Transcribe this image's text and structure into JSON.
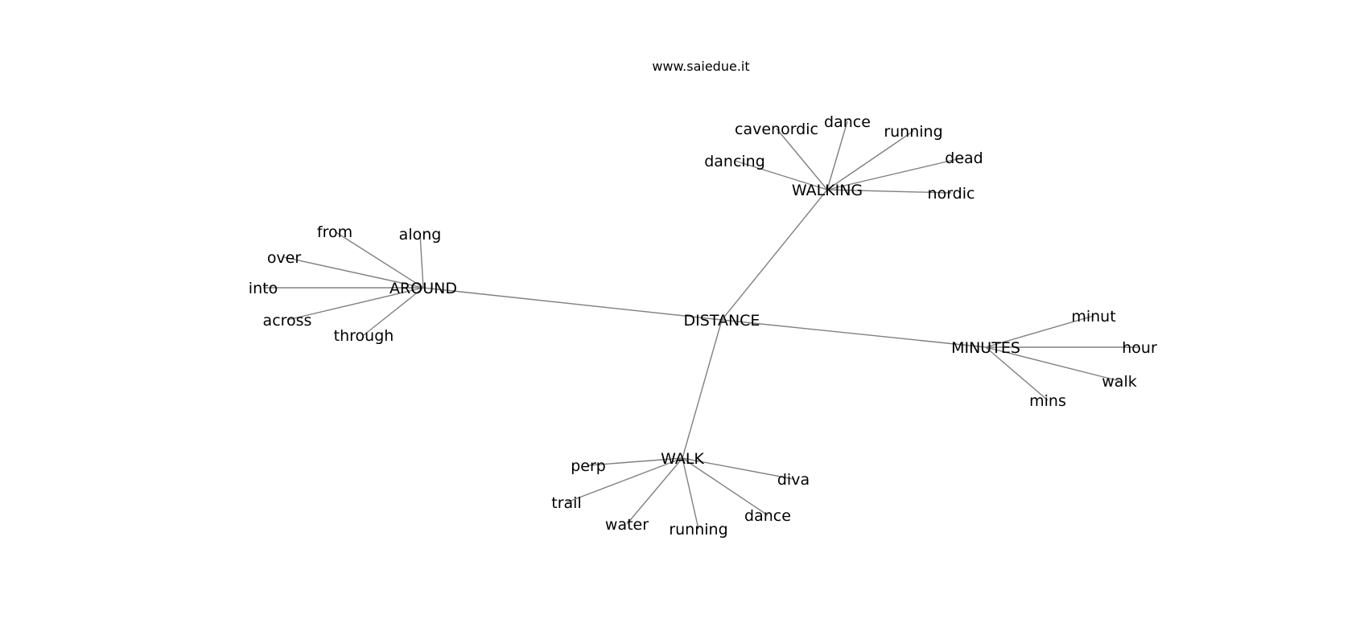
{
  "header": {
    "site": "www.saiedue.it"
  },
  "graph": {
    "center": "DISTANCE",
    "hubs": [
      {
        "label": "WALKING",
        "leaves": [
          "cavenordic",
          "dance",
          "running",
          "dancing",
          "dead",
          "nordic"
        ]
      },
      {
        "label": "AROUND",
        "leaves": [
          "from",
          "along",
          "over",
          "into",
          "across",
          "through"
        ]
      },
      {
        "label": "MINUTES",
        "leaves": [
          "minut",
          "hour",
          "walk",
          "mins"
        ]
      },
      {
        "label": "WALK",
        "leaves": [
          "perp",
          "diva",
          "trail",
          "water",
          "running",
          "dance"
        ]
      }
    ]
  },
  "colors": {
    "edge": "#808080",
    "text": "#000000",
    "background": "#ffffff"
  }
}
